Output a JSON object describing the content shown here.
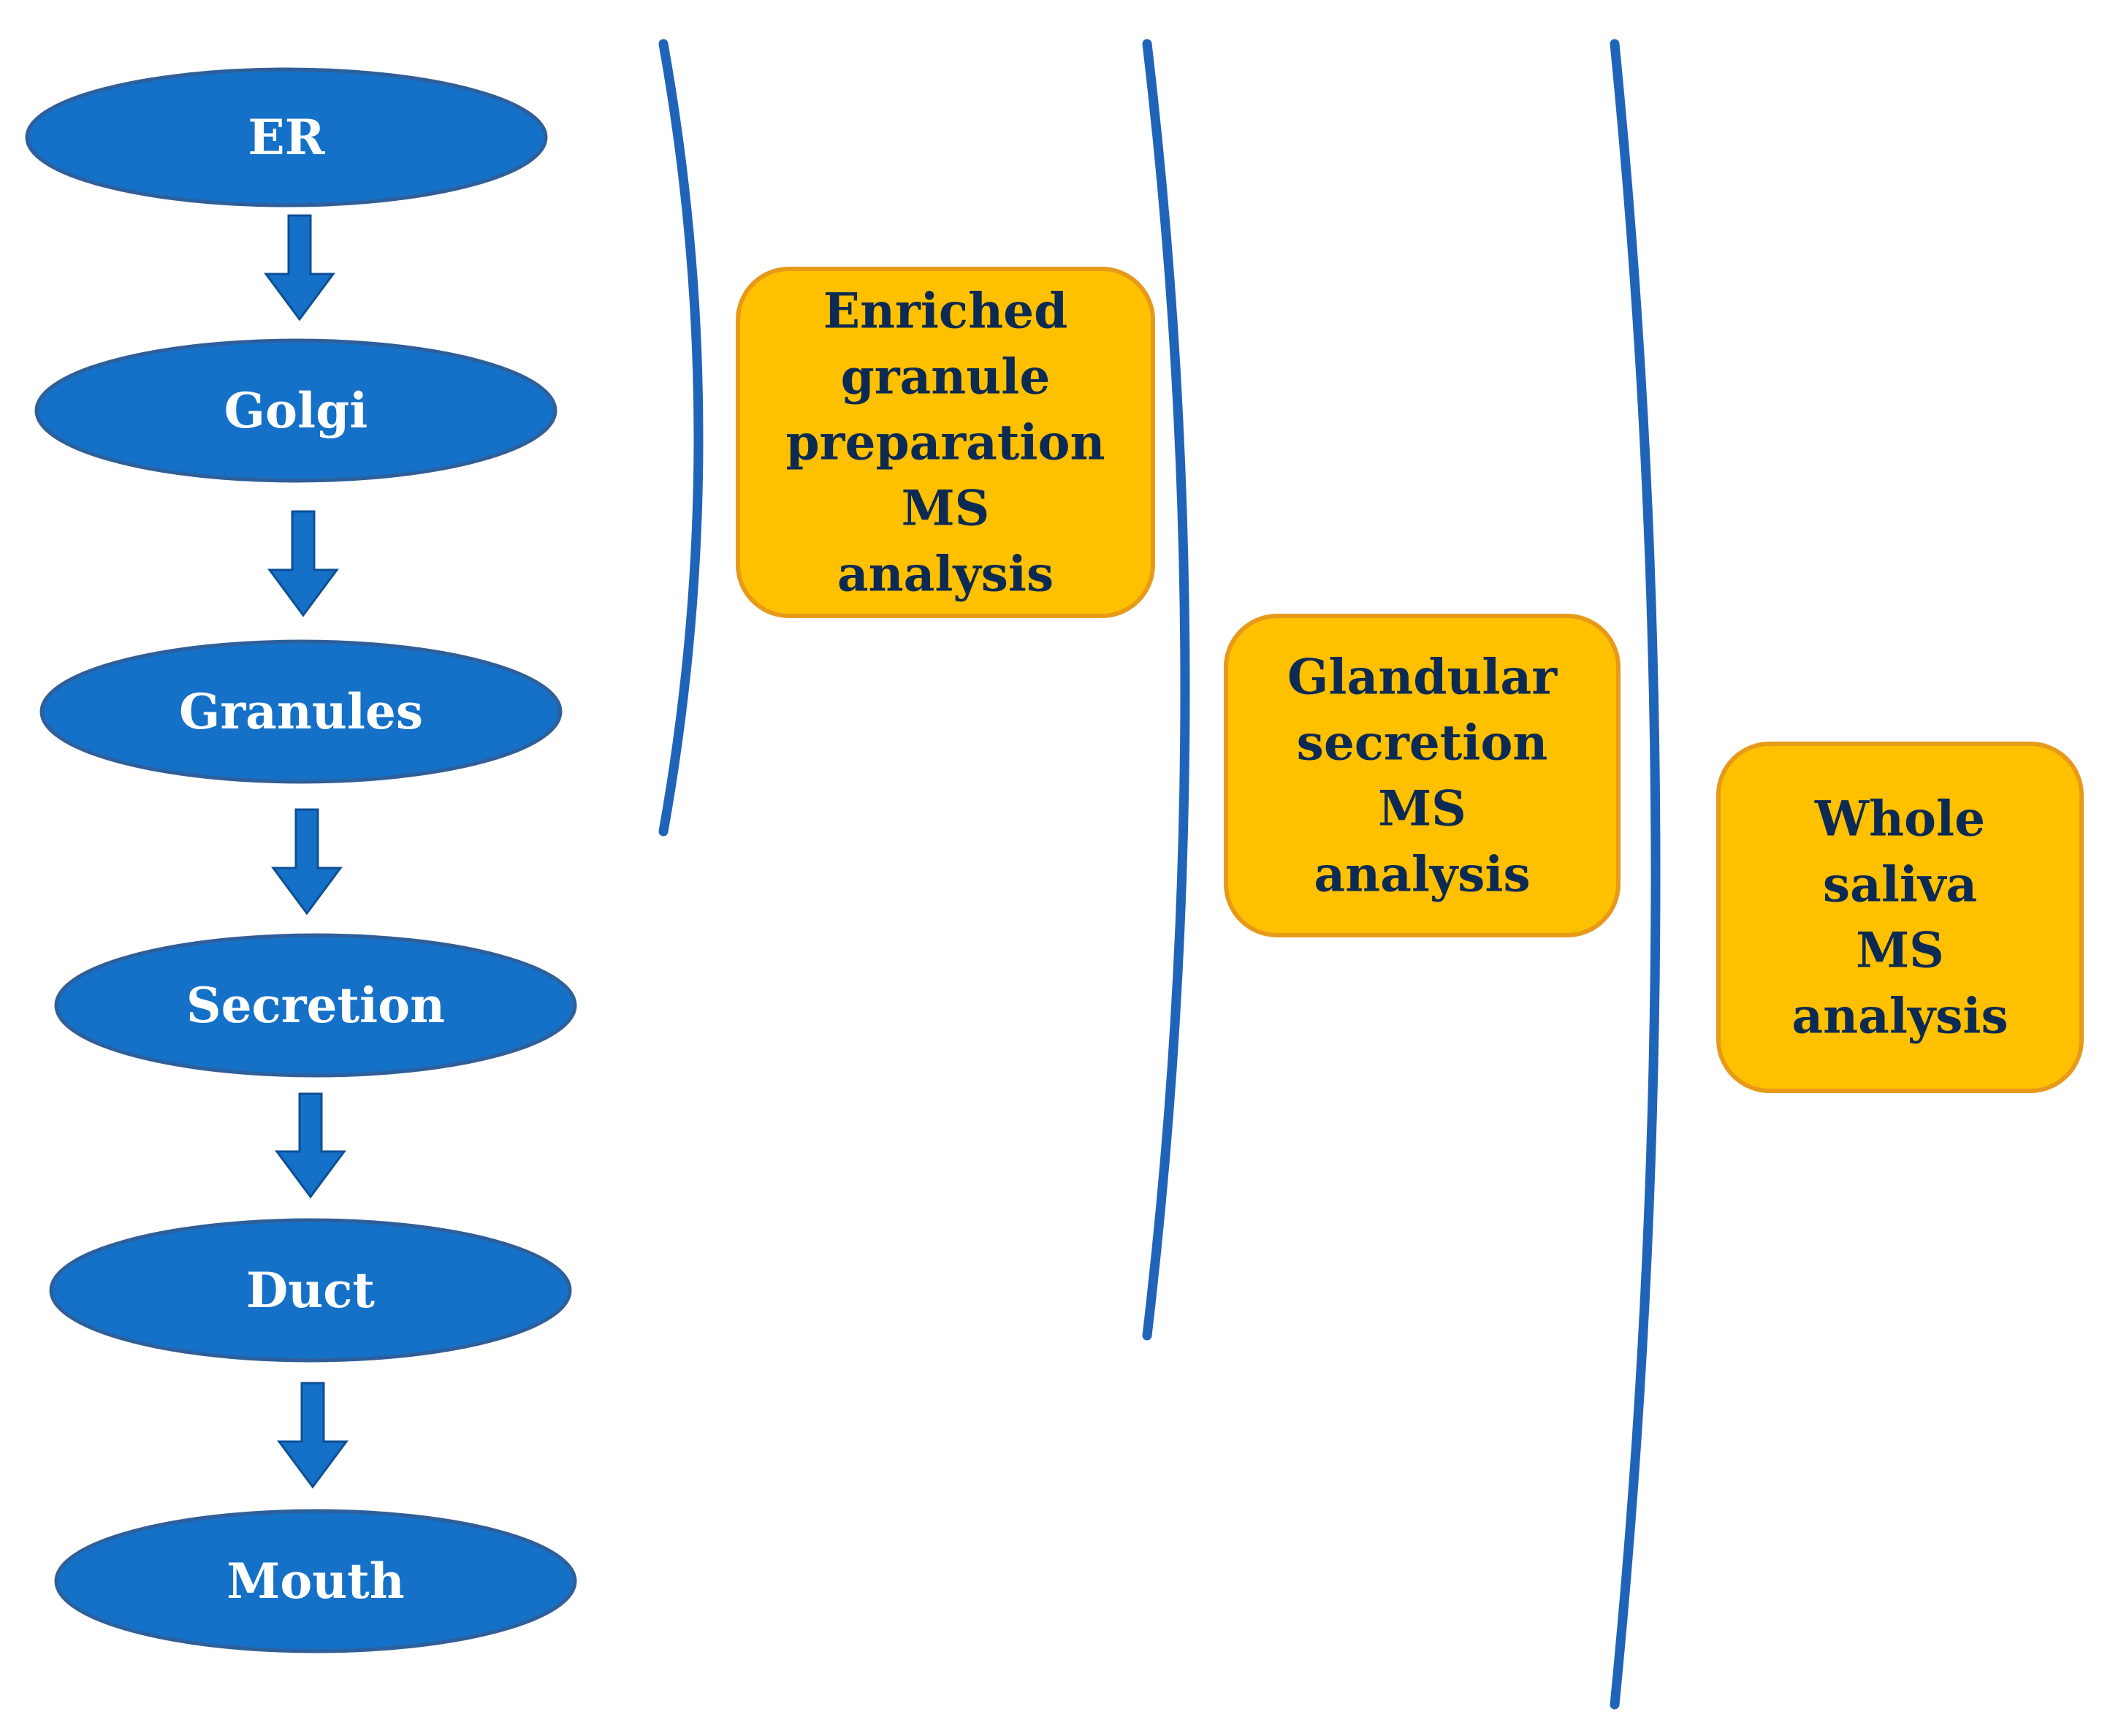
{
  "diagram": {
    "colors": {
      "node_fill": "#1570c7",
      "node_stroke": "#2f5f9a",
      "arrow": "#1570c7",
      "bracket": "#1f64b8",
      "box_fill": "#ffc000",
      "box_stroke": "#e79a19",
      "box_text": "#0d2a52",
      "node_text": "#ffffff"
    },
    "pathway": [
      {
        "id": "er",
        "label": "ER"
      },
      {
        "id": "golgi",
        "label": "Golgi"
      },
      {
        "id": "granules",
        "label": "Granules"
      },
      {
        "id": "secretion",
        "label": "Secretion"
      },
      {
        "id": "duct",
        "label": "Duct"
      },
      {
        "id": "mouth",
        "label": "Mouth"
      }
    ],
    "arrows": [
      {
        "from": "er",
        "to": "golgi"
      },
      {
        "from": "golgi",
        "to": "granules"
      },
      {
        "from": "granules",
        "to": "secretion"
      },
      {
        "from": "secretion",
        "to": "duct"
      },
      {
        "from": "duct",
        "to": "mouth"
      }
    ],
    "analyses": [
      {
        "id": "enriched-granule",
        "lines": [
          "Enriched",
          "granule",
          "preparation",
          "MS",
          "analysis"
        ],
        "spans_from": "er",
        "spans_to": "granules"
      },
      {
        "id": "glandular-secretion",
        "lines": [
          "Glandular",
          "secretion",
          "MS",
          "analysis"
        ],
        "spans_from": "er",
        "spans_to": "duct"
      },
      {
        "id": "whole-saliva",
        "lines": [
          "Whole",
          "saliva",
          "MS",
          "analysis"
        ],
        "spans_from": "er",
        "spans_to": "mouth"
      }
    ]
  }
}
